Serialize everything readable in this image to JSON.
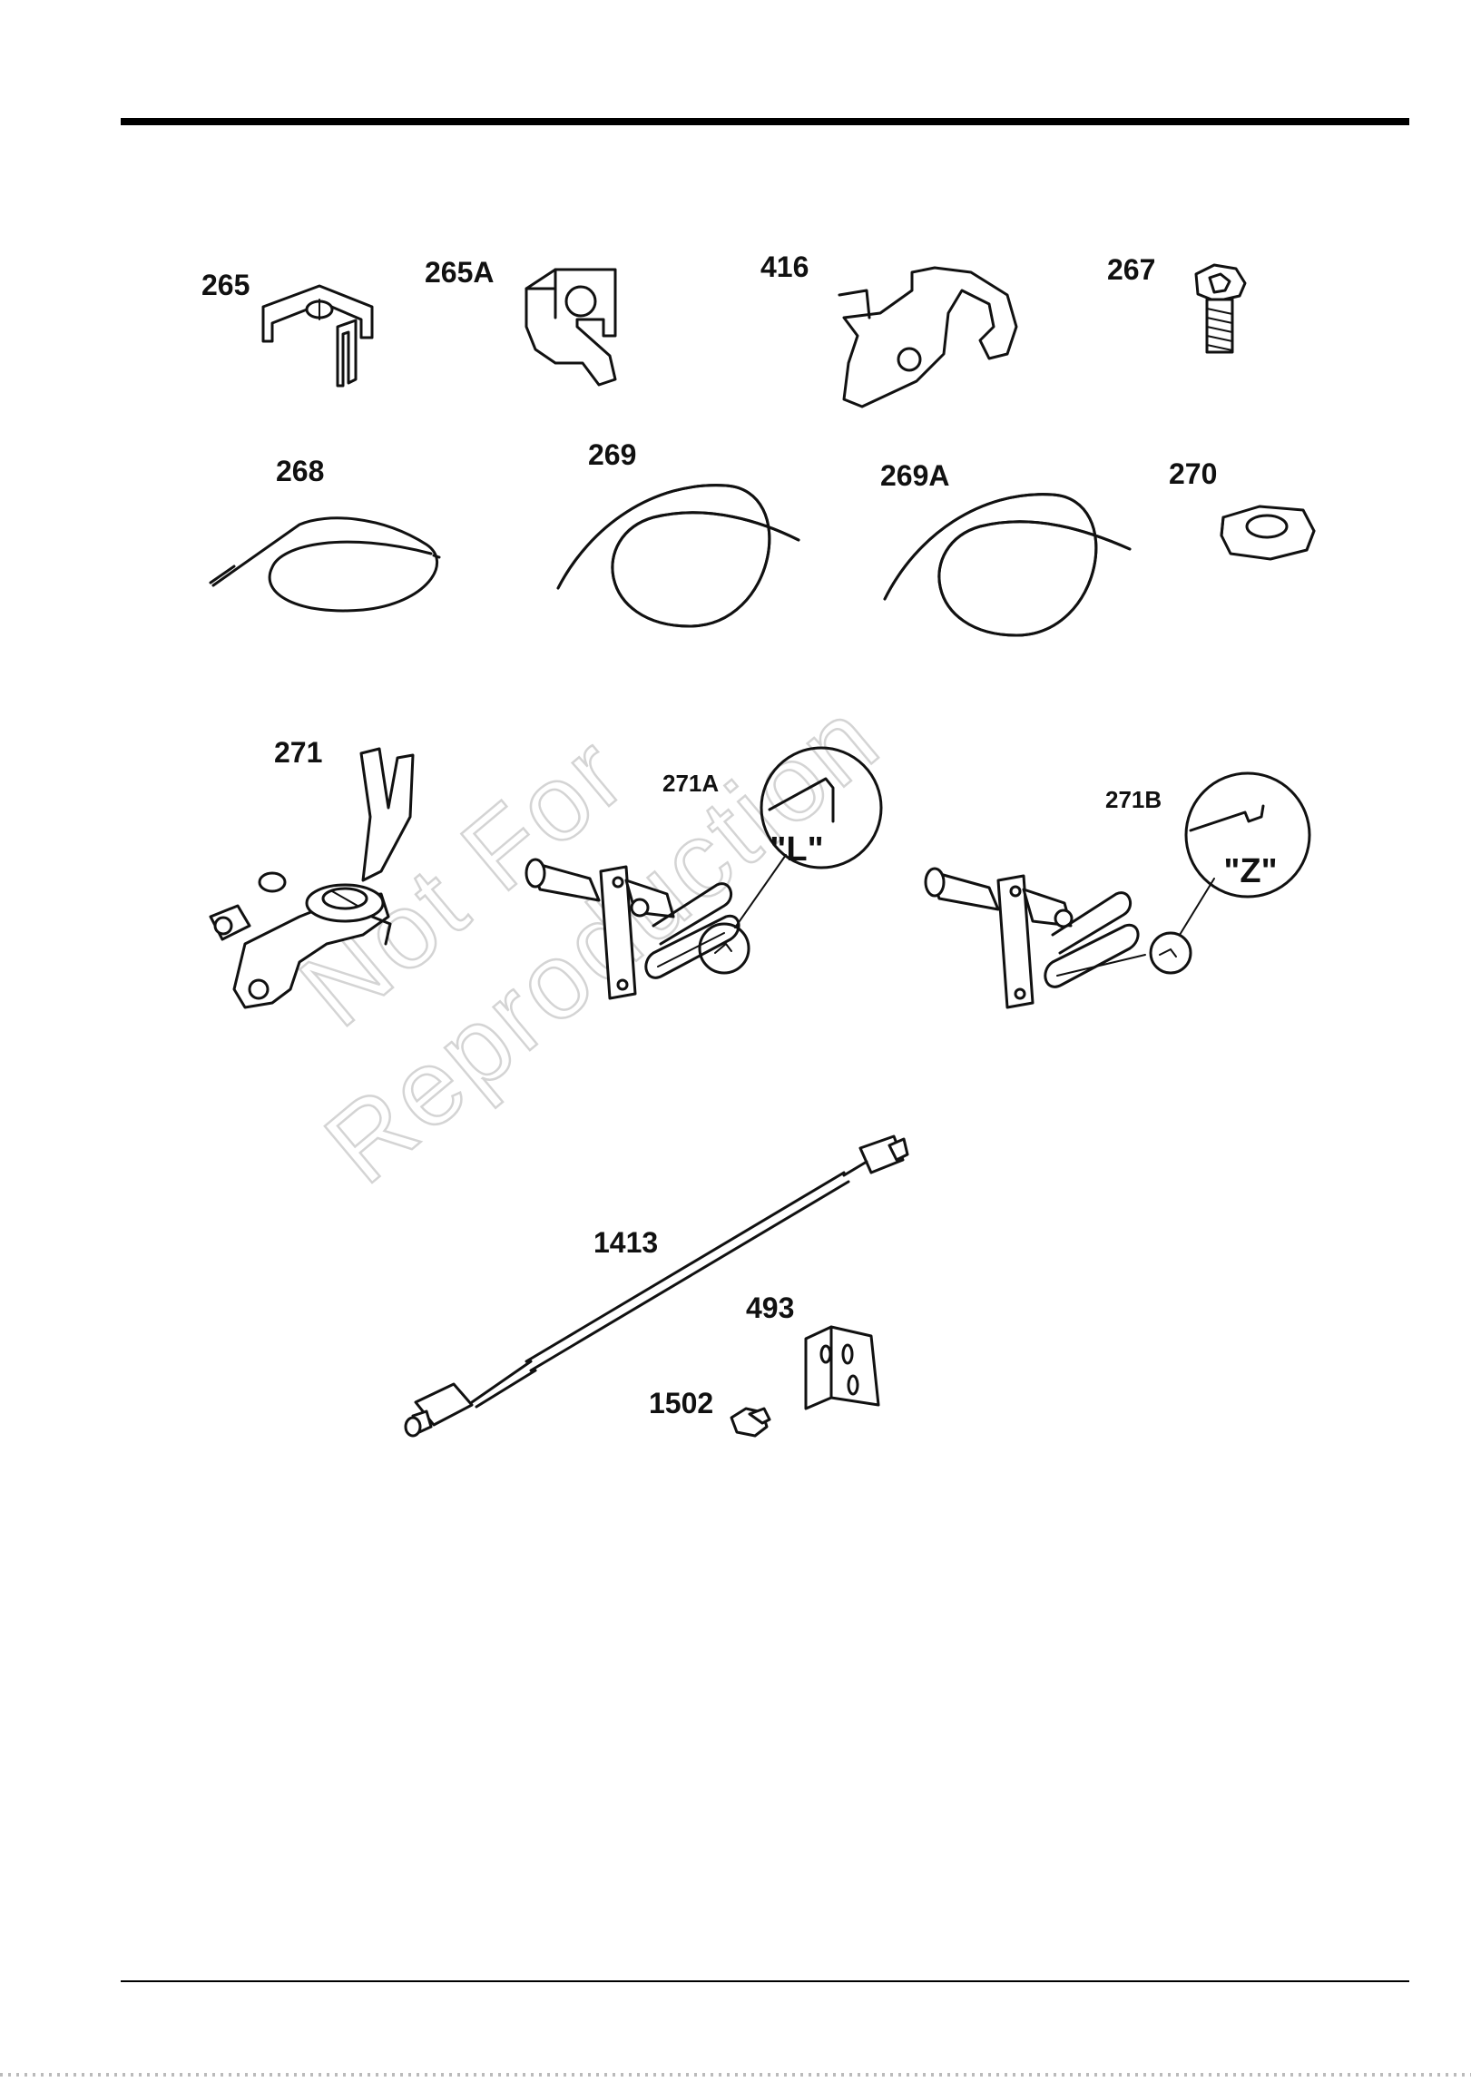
{
  "watermark": {
    "line1": "Not For",
    "line2": "Reproduction"
  },
  "labels": {
    "p265": "265",
    "p265A": "265A",
    "p416": "416",
    "p267": "267",
    "p268": "268",
    "p269": "269",
    "p269A": "269A",
    "p270": "270",
    "p271": "271",
    "p271A": "271A",
    "p271B": "271B",
    "callL": "\"L\"",
    "callZ": "\"Z\"",
    "p1413": "1413",
    "p493": "493",
    "p1502": "1502"
  }
}
